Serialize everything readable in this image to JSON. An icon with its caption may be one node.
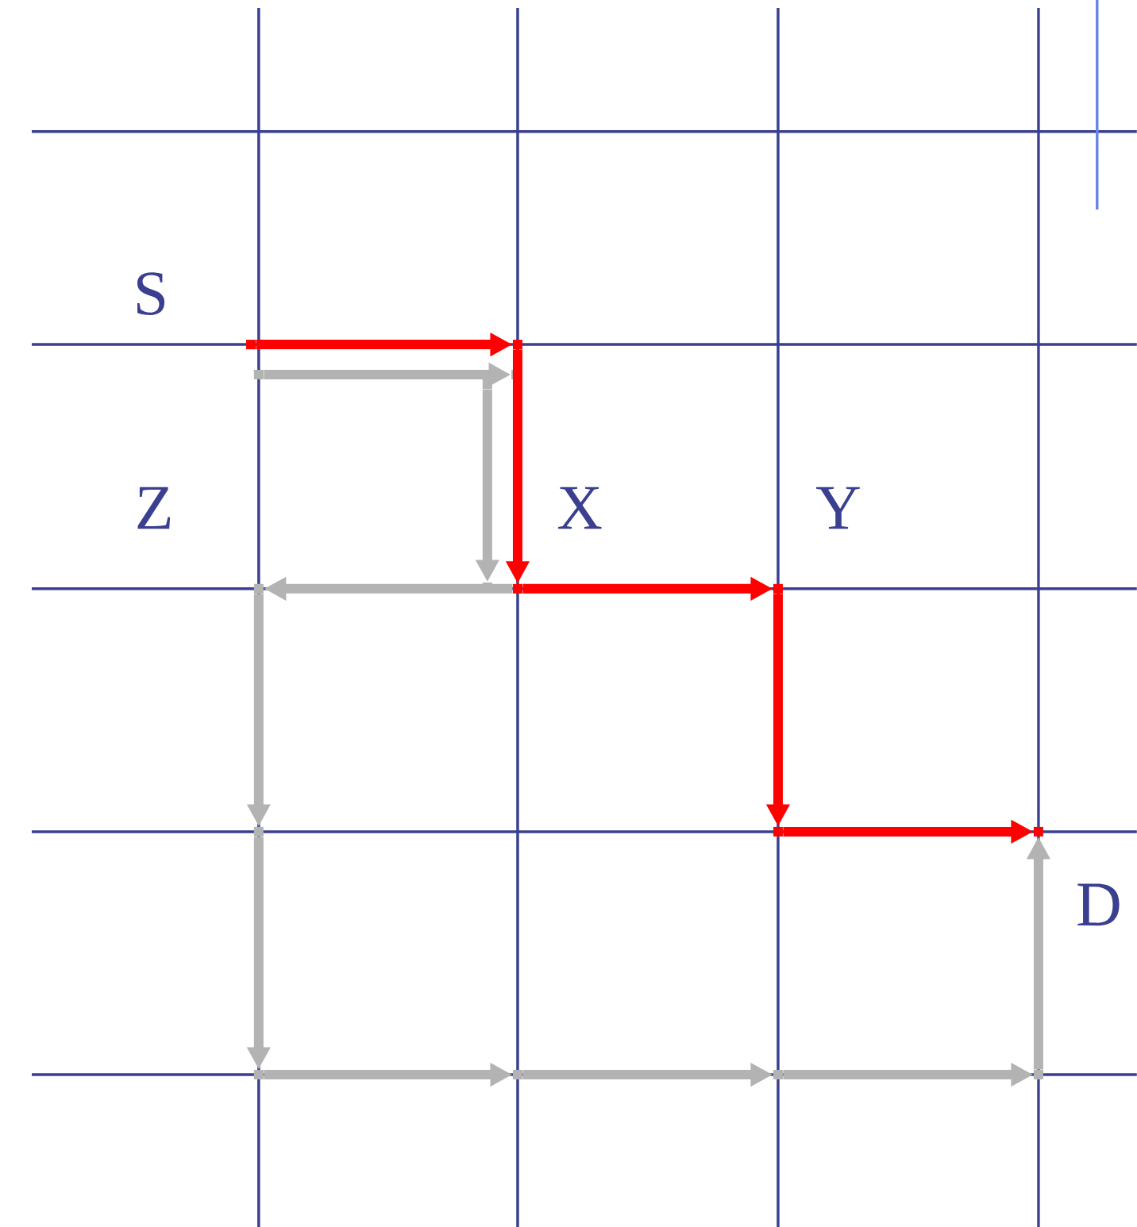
{
  "diagram": {
    "nodes": [
      {
        "text": [],
        "shape": "point"
      },
      {
        "text": [],
        "shape": "point"
      },
      {
        "text": [],
        "shape": "point"
      },
      {
        "text": [],
        "shape": "point"
      },
      {
        "text": [],
        "shape": "point"
      },
      {
        "text": [],
        "shape": "point"
      },
      {
        "text": [],
        "shape": "point"
      },
      {
        "text": [],
        "shape": "point"
      },
      {
        "text": [],
        "shape": "point"
      },
      {
        "text": [],
        "shape": "point"
      },
      {
        "text": [],
        "shape": "point"
      },
      {
        "text": [],
        "shape": "point"
      },
      {
        "text": [],
        "shape": "point"
      },
      {
        "text": [],
        "shape": "point"
      },
      {
        "text": [],
        "shape": "point"
      },
      {
        "text": [],
        "shape": "point"
      }
    ],
    "edges": [
      {
        "from": 0,
        "to": 1,
        "arrow": "to",
        "color": "#ff0000"
      },
      {
        "from": 1,
        "to": 7,
        "arrow": "to",
        "color": "#ff0000"
      },
      {
        "from": 7,
        "to": 8,
        "arrow": "to",
        "color": "#ff0000"
      },
      {
        "from": 8,
        "to": 10,
        "arrow": "to",
        "color": "#ff0000"
      },
      {
        "from": 10,
        "to": 11,
        "arrow": "to",
        "color": "#ff0000"
      },
      {
        "from": 2,
        "to": 3,
        "arrow": "to"
      },
      {
        "from": 4,
        "to": 6,
        "arrow": "to"
      },
      {
        "from": 7,
        "to": 5,
        "arrow": "to"
      },
      {
        "from": 5,
        "to": 9,
        "arrow": "to"
      },
      {
        "from": 9,
        "to": 12,
        "arrow": "to"
      },
      {
        "from": 12,
        "to": 13,
        "arrow": "to"
      },
      {
        "from": 13,
        "to": 14,
        "arrow": "to"
      },
      {
        "from": 14,
        "to": 15,
        "arrow": "to"
      },
      {
        "from": 15,
        "to": 11,
        "arrow": "to"
      }
    ],
    "labels": [
      "S",
      "Z",
      "X",
      "Y",
      "D"
    ]
  }
}
